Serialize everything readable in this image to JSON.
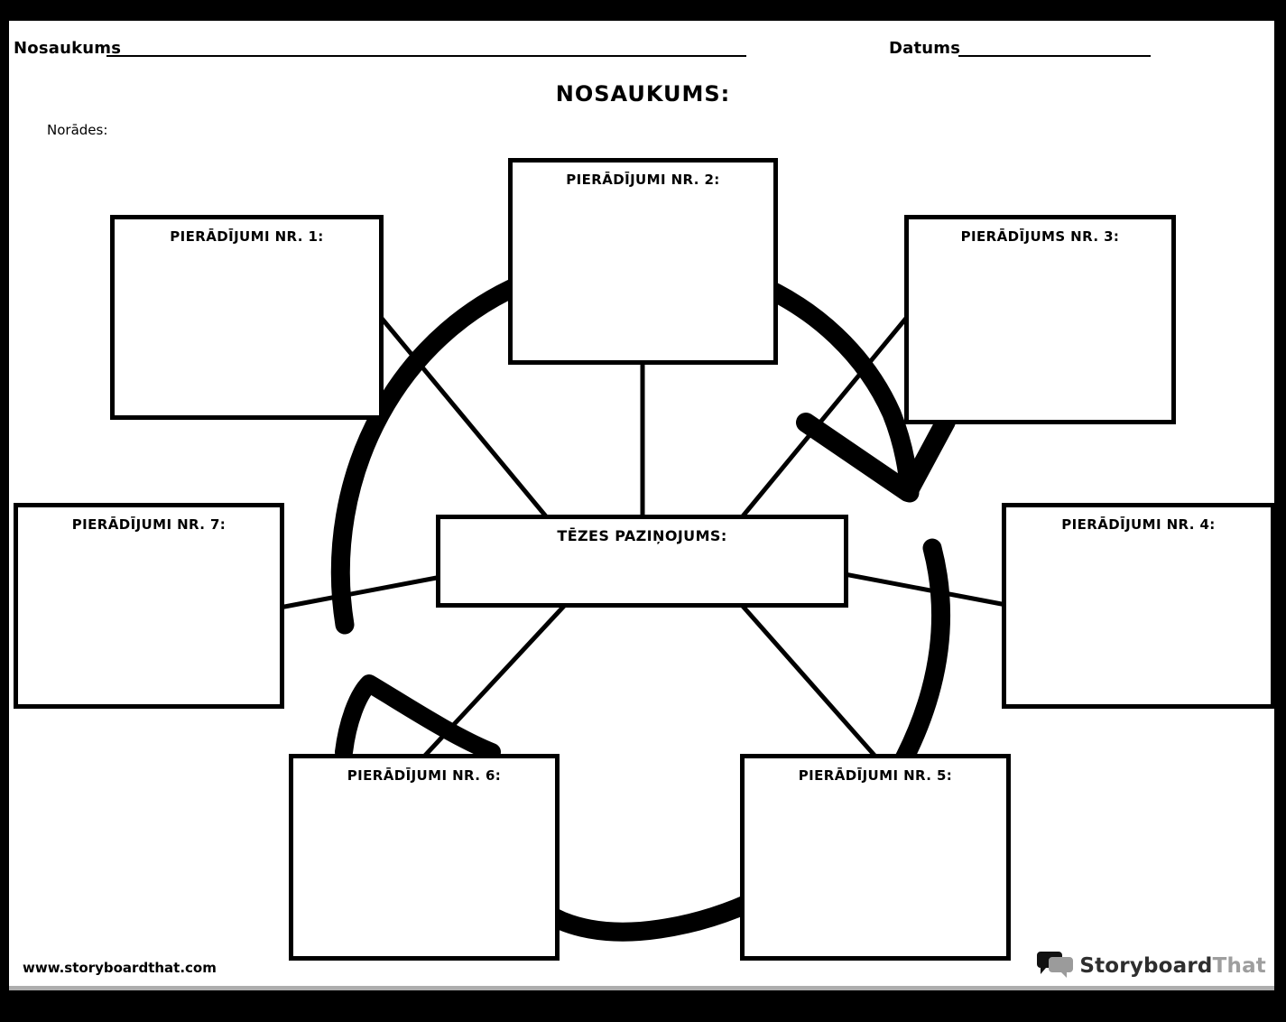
{
  "header": {
    "name_label": "Nosaukums",
    "date_label": "Datums"
  },
  "title": "NOSAUKUMS:",
  "instructions_label": "Norādes:",
  "center_box": {
    "label": "TĒZES PAZIŅOJUMS:"
  },
  "evidence_boxes": [
    {
      "id": 1,
      "label": "PIERĀDĪJUMI NR. 1:"
    },
    {
      "id": 2,
      "label": "PIERĀDĪJUMI NR. 2:"
    },
    {
      "id": 3,
      "label": "PIERĀDĪJUMS NR. 3:"
    },
    {
      "id": 4,
      "label": "PIERĀDĪJUMI NR. 4:"
    },
    {
      "id": 5,
      "label": "PIERĀDĪJUMI NR. 5:"
    },
    {
      "id": 6,
      "label": "PIERĀDĪJUMI NR. 6:"
    },
    {
      "id": 7,
      "label": "PIERĀDĪJUMI NR. 7:"
    }
  ],
  "diagram": {
    "type": "cycle-spider-map",
    "center_connected_to": [
      1,
      2,
      3,
      4,
      5,
      6,
      7
    ],
    "cycle_direction": "clockwise",
    "arrow_count": 2
  },
  "footer": {
    "website": "www.storyboardthat.com",
    "logo_part1": "Storyboard",
    "logo_part2": "That"
  },
  "colors": {
    "ink": "#000000",
    "logo_text_dark": "#2e2e2e",
    "logo_text_gray": "#9e9e9e",
    "logo_bubble_black": "#111111",
    "logo_bubble_gray": "#9b9b9b",
    "shadow_gray": "#adadad"
  }
}
